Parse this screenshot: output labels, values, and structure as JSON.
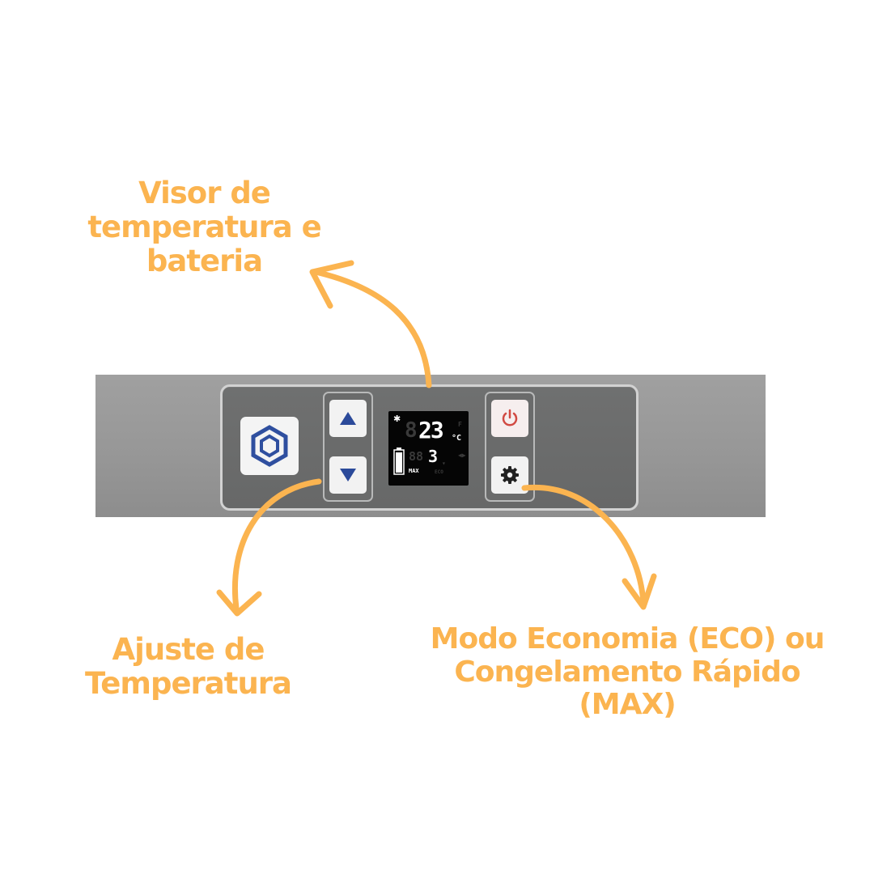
{
  "callouts": {
    "display": {
      "line1": "Visor de",
      "line2": "temperatura e",
      "line3": "bateria"
    },
    "adjust": {
      "line1": "Ajuste de",
      "line2": "Temperatura"
    },
    "mode": {
      "line1": "Modo Economia (ECO) ou",
      "line2": "Congelamento Rápido (MAX)"
    }
  },
  "display": {
    "main_temp": "23",
    "main_unit": "°C",
    "set_temp": "3",
    "mode_label": "MAX",
    "battery_level": 1.0
  },
  "colors": {
    "callout": "#fbb450",
    "panel": "#6b6c6c",
    "strip": "#999999",
    "arrow_key": "#2b4a9a",
    "power_icon": "#d14a43",
    "logo": "#2f4f9f"
  },
  "icons": {
    "logo": "hexagon-logo-icon",
    "up": "triangle-up-icon",
    "down": "triangle-down-icon",
    "power": "power-icon",
    "settings": "gear-icon"
  }
}
